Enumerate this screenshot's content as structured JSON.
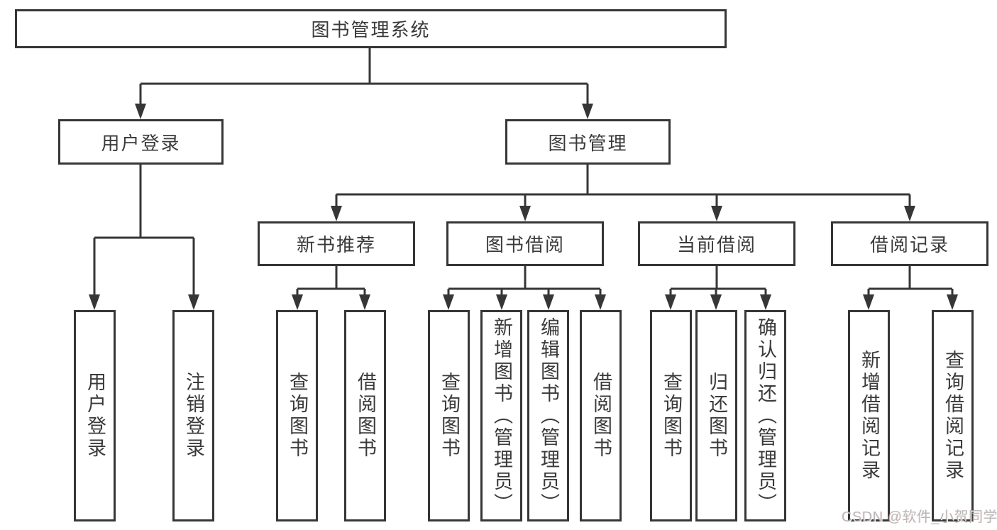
{
  "root": {
    "label": "图书管理系统",
    "children": [
      {
        "label": "用户登录",
        "children": [
          {
            "label": "用户登录"
          },
          {
            "label": "注销登录"
          }
        ]
      },
      {
        "label": "图书管理",
        "children": [
          {
            "label": "新书推荐",
            "children": [
              {
                "label": "查询图书"
              },
              {
                "label": "借阅图书"
              }
            ]
          },
          {
            "label": "图书借阅",
            "children": [
              {
                "label": "查询图书"
              },
              {
                "label": "新增图书（管理员）"
              },
              {
                "label": "编辑图书（管理员）"
              },
              {
                "label": "借阅图书"
              }
            ]
          },
          {
            "label": "当前借阅",
            "children": [
              {
                "label": "查询图书"
              },
              {
                "label": "归还图书"
              },
              {
                "label": "确认归还（管理员）"
              }
            ]
          },
          {
            "label": "借阅记录",
            "children": [
              {
                "label": "新增借阅记录"
              },
              {
                "label": "查询借阅记录"
              }
            ]
          }
        ]
      }
    ]
  },
  "watermark": {
    "text": "CSDN @软件_小贺同学"
  },
  "colors": {
    "line": "#363636",
    "text": "#3a3a3a",
    "background": "#ffffff"
  }
}
